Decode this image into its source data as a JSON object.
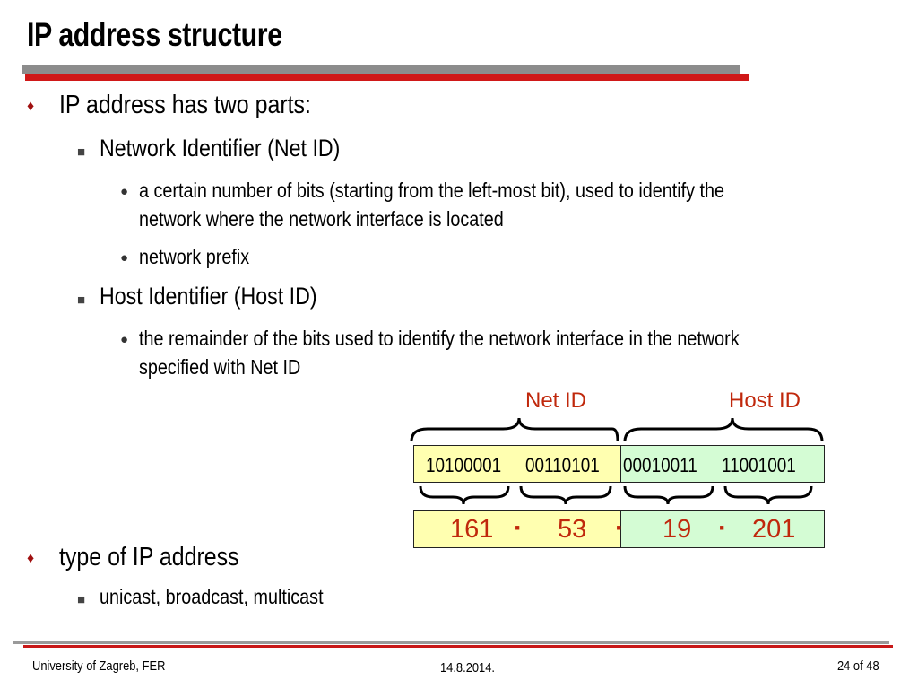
{
  "slide": {
    "title": "IP address structure",
    "bullets": {
      "b1": "IP address has two parts:",
      "b1_1": "Network Identifier (Net ID)",
      "b1_1_1a": "a certain number of bits (starting from the left-most bit), used to identify the",
      "b1_1_1b": "network where the network interface is located",
      "b1_1_2": "network prefix",
      "b1_2": "Host Identifier (Host ID)",
      "b1_2_1a": "the remainder of the bits used to identify the network interface in the network",
      "b1_2_1b": "specified with Net ID",
      "b2": "type of IP address",
      "b2_1": "unicast, broadcast, multicast"
    },
    "figure": {
      "net_label": "Net ID",
      "host_label": "Host ID",
      "bits": [
        "10100001",
        "00110101",
        "00010011",
        "11001001"
      ],
      "decimals": [
        "161",
        "53",
        "19",
        "201"
      ],
      "separator": "·",
      "net_color": "#ffffb0",
      "host_color": "#d4fcd4",
      "accent_color": "#c0280c"
    }
  },
  "footer": {
    "left": "University of Zagreb, FER",
    "center": "14.8.2014.",
    "right": "24 of 48"
  }
}
